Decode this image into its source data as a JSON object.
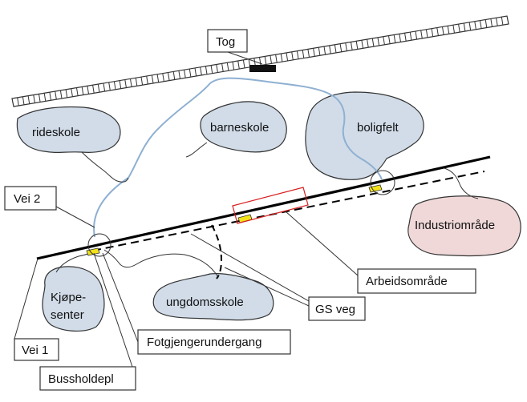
{
  "colors": {
    "area_blue": "#d1dce8",
    "area_pink": "#f0d8d8",
    "outline": "#333333",
    "path_blue": "#8fb0d2",
    "bus_stop": "#f2e21a",
    "work_area": "#d92020"
  },
  "areas": {
    "rideskole": "rideskole",
    "barneskole": "barneskole",
    "boligfelt": "boligfelt",
    "industri": "Industriområde",
    "kjopesenter_line1": "Kjøpe-",
    "kjopesenter_line2": "senter",
    "ungdomsskole": "ungdomsskole"
  },
  "callouts": {
    "tog": "Tog",
    "vei2": "Vei 2",
    "vei1": "Vei 1",
    "bussholdepl": "Bussholdepl",
    "fotgjenger": "Fotgjengerundergang",
    "gs_veg": "GS veg",
    "arbeidsomrade": "Arbeidsområde"
  }
}
